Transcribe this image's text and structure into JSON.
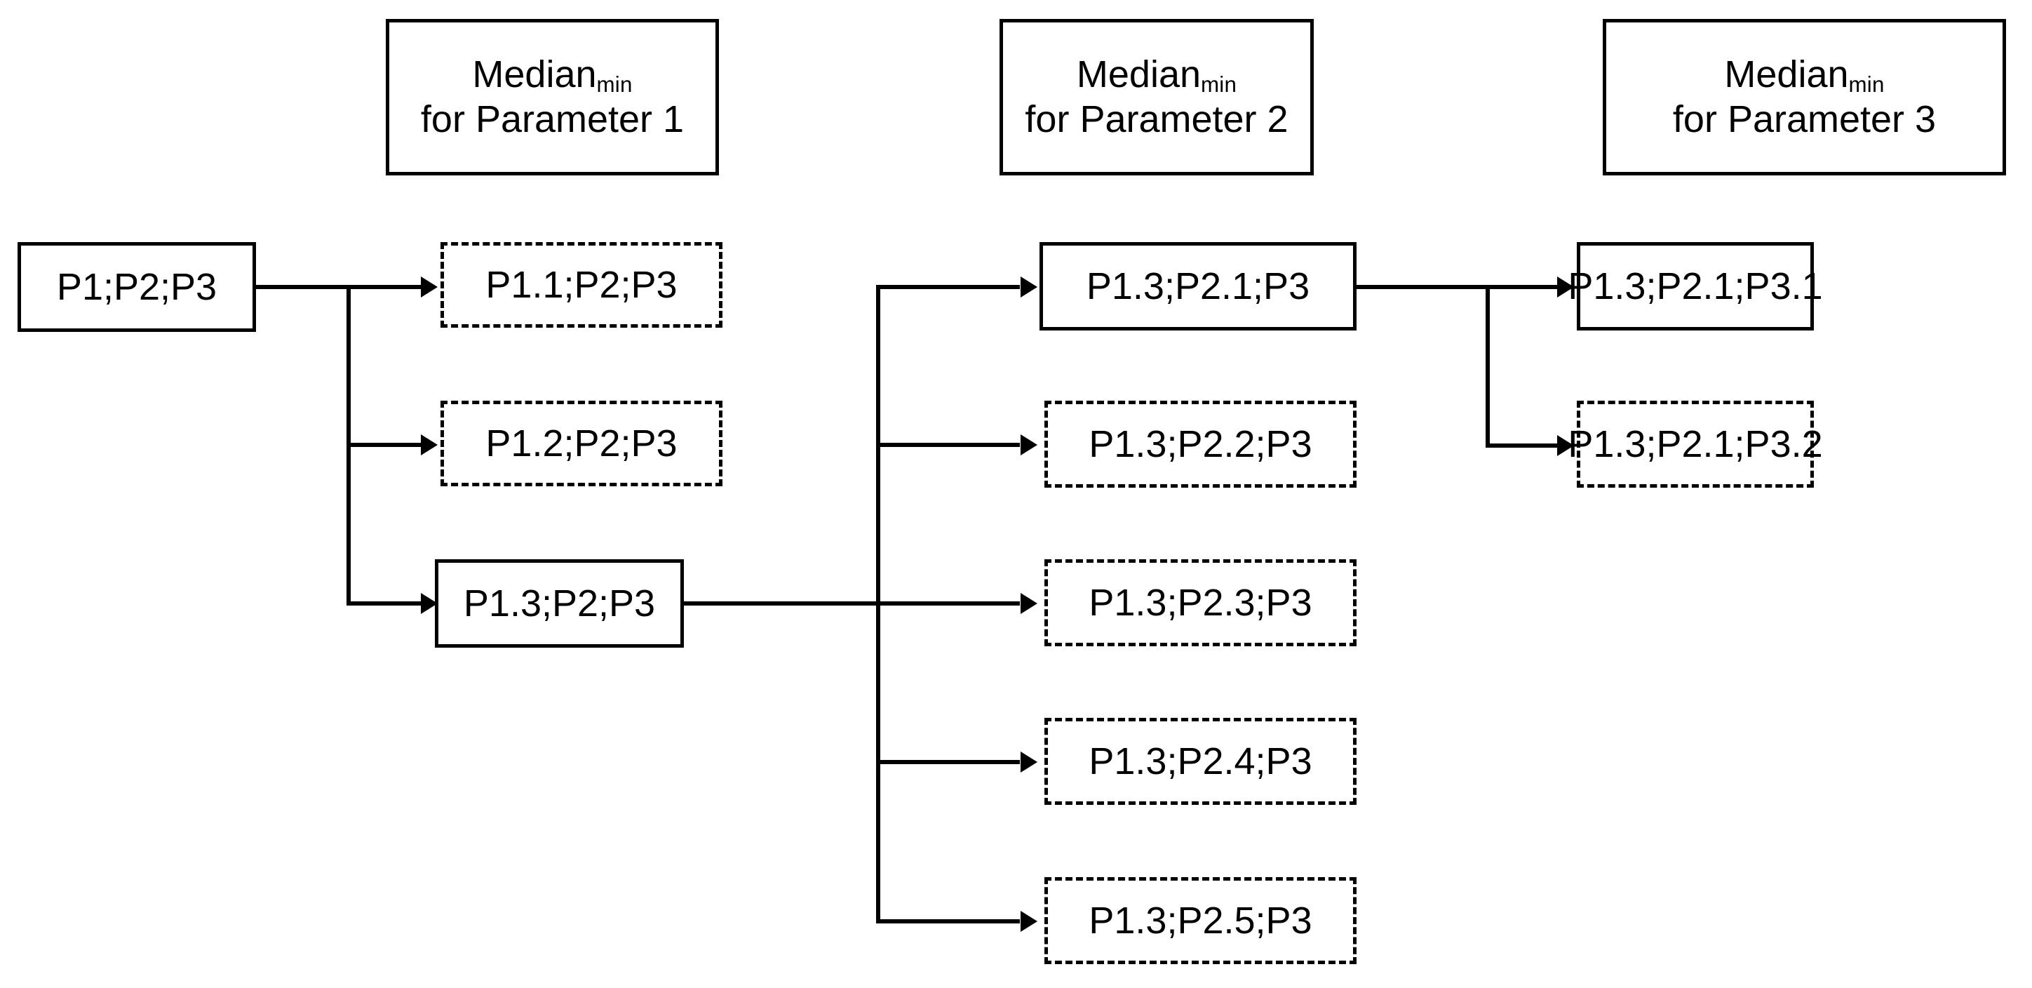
{
  "diagram": {
    "title": "Stepwise parameter optimization tree",
    "background_color": "#ffffff",
    "line_color": "#000000",
    "headers": [
      {
        "id": "header-parameter-1",
        "main": "Median",
        "sub": "min",
        "second_line": "for Parameter 1"
      },
      {
        "id": "header-parameter-2",
        "main": "Median",
        "sub": "min",
        "second_line": "for Parameter 2"
      },
      {
        "id": "header-parameter-3",
        "main": "Median",
        "sub": "min",
        "second_line": "for Parameter 3"
      }
    ],
    "root": {
      "id": "node-root",
      "label": "P1;P2;P3",
      "style": "solid"
    },
    "column_1": [
      {
        "id": "node-p1-1",
        "label": "P1.1;P2;P3",
        "style": "dashed"
      },
      {
        "id": "node-p1-2",
        "label": "P1.2;P2;P3",
        "style": "dashed"
      },
      {
        "id": "node-p1-3",
        "label": "P1.3;P2;P3",
        "style": "solid"
      }
    ],
    "column_2": [
      {
        "id": "node-p2-1",
        "label": "P1.3;P2.1;P3",
        "style": "solid"
      },
      {
        "id": "node-p2-2",
        "label": "P1.3;P2.2;P3",
        "style": "dashed"
      },
      {
        "id": "node-p2-3",
        "label": "P1.3;P2.3;P3",
        "style": "dashed"
      },
      {
        "id": "node-p2-4",
        "label": "P1.3;P2.4;P3",
        "style": "dashed"
      },
      {
        "id": "node-p2-5",
        "label": "P1.3;P2.5;P3",
        "style": "dashed"
      }
    ],
    "column_3": [
      {
        "id": "node-p3-1",
        "label": "P1.3;P2.1;P3.1",
        "style": "solid"
      },
      {
        "id": "node-p3-2",
        "label": "P1.3;P2.1;P3.2",
        "style": "dashed"
      }
    ]
  }
}
